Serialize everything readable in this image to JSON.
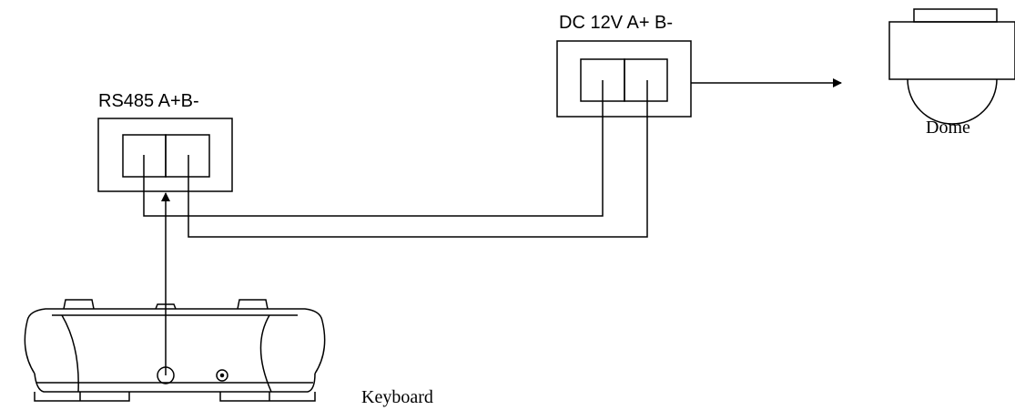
{
  "labels": {
    "rs485": "RS485 A+B-",
    "dc12v": "DC 12V A+ B-",
    "dome": "Dome",
    "keyboard": "Keyboard"
  },
  "colors": {
    "stroke": "#000000",
    "background": "#ffffff"
  }
}
